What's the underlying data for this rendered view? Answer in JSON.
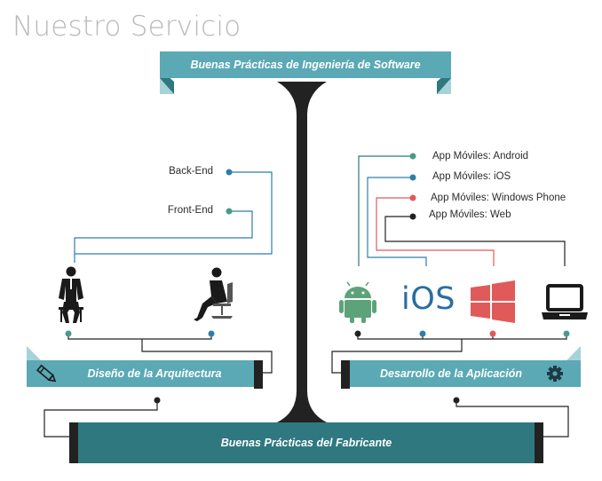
{
  "page": {
    "title": "Nuestro Servicio"
  },
  "top_banner": {
    "label": "Buenas Prácticas de Ingeniería de Software"
  },
  "left_banner": {
    "label": "Diseño de la Arquitectura",
    "icon": "pencil-icon"
  },
  "right_banner": {
    "label": "Desarrollo de la Aplicación",
    "icon": "gear-icon"
  },
  "bottom_banner": {
    "label": "Buenas Prácticas del Fabricante"
  },
  "left_labels": {
    "back_end": "Back-End",
    "front_end": "Front-End"
  },
  "right_labels": {
    "android": "App Móviles: Android",
    "ios": "App Móviles: iOS",
    "windows_phone": "App Móviles: Windows Phone",
    "web": "App Móviles: Web"
  },
  "platform_icons": {
    "android": "android-icon",
    "ios": "iOS",
    "windows": "windows-icon",
    "web": "laptop-icon"
  },
  "colors": {
    "teal": "#5aa9b5",
    "teal_dark": "#2f7880",
    "blue": "#2f7eaa",
    "green_dot": "#4a9a8c",
    "red": "#e05a5a",
    "android_green": "#5da37a",
    "ios_blue": "#2a6ea0",
    "windows_red": "#e05a5a",
    "dark": "#222222"
  }
}
